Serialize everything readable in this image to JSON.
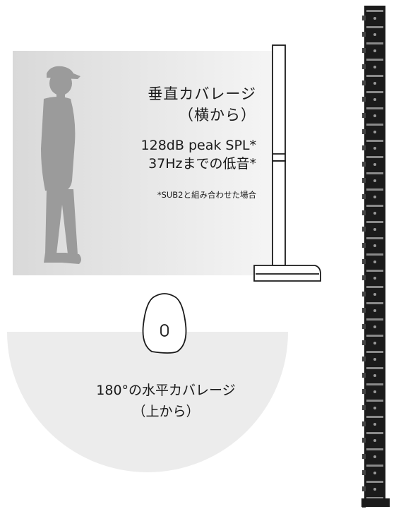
{
  "vertical": {
    "title_line1": "垂直カバレージ",
    "title_line2": "（横から）",
    "spec_line1": "128dB peak SPL*",
    "spec_line2": "37Hzまでの低音*",
    "footnote": "*SUB2と組み合わせた場合"
  },
  "horizontal": {
    "title_line1": "180°の水平カバレージ",
    "title_line2": "（上から）"
  },
  "colors": {
    "panel": "#dcdcdc",
    "fan": "#ececec",
    "person": "#9b9b9b",
    "array": "#1b1b1b"
  },
  "icons": [
    "person-silhouette",
    "speaker-column-side-view",
    "speaker-top-view",
    "line-array-column"
  ]
}
